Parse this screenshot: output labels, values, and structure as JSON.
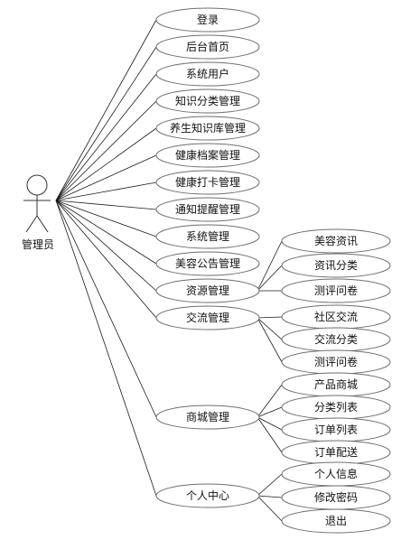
{
  "actor": {
    "label": "管理员"
  },
  "use_cases": [
    {
      "id": "login",
      "label": "登录"
    },
    {
      "id": "admin_home",
      "label": "后台首页"
    },
    {
      "id": "system_users",
      "label": "系统用户"
    },
    {
      "id": "knowledge_category",
      "label": "知识分类管理"
    },
    {
      "id": "health_knowledge_base",
      "label": "养生知识库管理"
    },
    {
      "id": "health_records",
      "label": "健康档案管理"
    },
    {
      "id": "health_checkin",
      "label": "健康打卡管理"
    },
    {
      "id": "reminder_notice",
      "label": "通知提醒管理"
    },
    {
      "id": "system_management",
      "label": "系统管理"
    },
    {
      "id": "beauty_announcement",
      "label": "美容公告管理"
    },
    {
      "id": "resource_management",
      "label": "资源管理",
      "children": [
        {
          "id": "beauty_news",
          "label": "美容资讯"
        },
        {
          "id": "news_category",
          "label": "资讯分类"
        },
        {
          "id": "questionnaire_1",
          "label": "测评问卷"
        }
      ]
    },
    {
      "id": "exchange_management",
      "label": "交流管理",
      "children": [
        {
          "id": "community_exchange",
          "label": "社区交流"
        },
        {
          "id": "exchange_category",
          "label": "交流分类"
        },
        {
          "id": "questionnaire_2",
          "label": "测评问卷"
        }
      ]
    },
    {
      "id": "mall_management",
      "label": "商城管理",
      "children": [
        {
          "id": "product_mall",
          "label": "产品商城"
        },
        {
          "id": "category_list",
          "label": "分类列表"
        },
        {
          "id": "order_list",
          "label": "订单列表"
        },
        {
          "id": "order_delivery",
          "label": "订单配送"
        }
      ]
    },
    {
      "id": "personal_center",
      "label": "个人中心",
      "children": [
        {
          "id": "personal_info",
          "label": "个人信息"
        },
        {
          "id": "change_password",
          "label": "修改密码"
        },
        {
          "id": "logout",
          "label": "退出"
        }
      ]
    }
  ]
}
